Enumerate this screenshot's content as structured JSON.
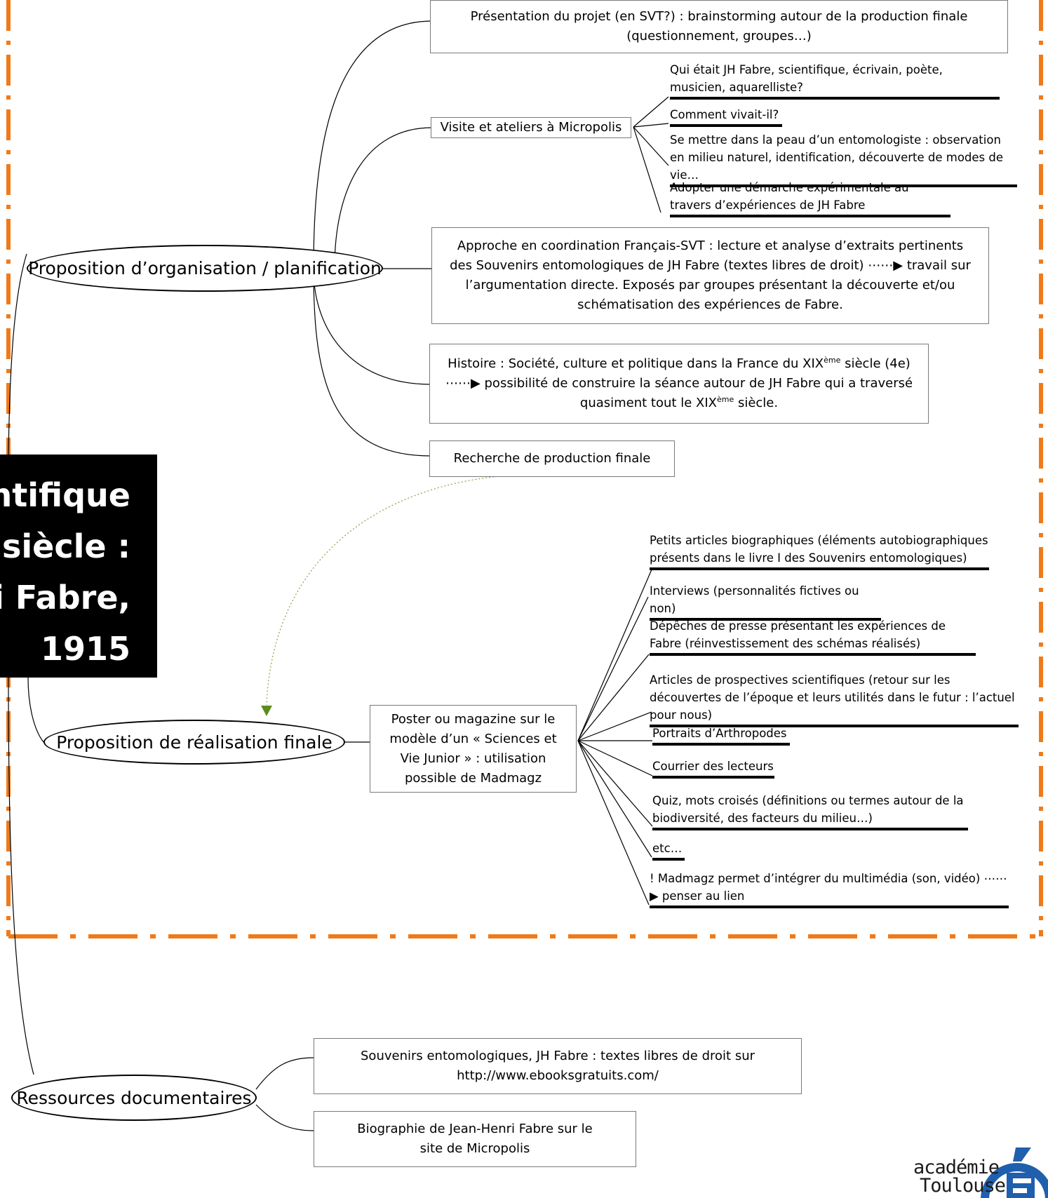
{
  "title": {
    "lines": [
      "ntifique",
      "ᵉ siècle :",
      "ri Fabre,",
      "1915"
    ]
  },
  "branches": {
    "organisation": "Proposition d’organisation / planification",
    "realisation": "Proposition de réalisation finale",
    "ressources": "Ressources documentaires"
  },
  "organisation": {
    "presentation": "Présentation du projet (en SVT?) : brainstorming autour de la production finale (questionnement, groupes…)",
    "visite": "Visite et ateliers à Micropolis",
    "visite_items": [
      "Qui était JH Fabre, scientifique, écrivain, poète, musicien, aquarelliste?",
      "Comment vivait-il?",
      "Se mettre dans la peau d’un entomologiste : observation en milieu naturel, identification, découverte de modes de vie…",
      "Adopter une démarche expérimentale au travers d’expériences de JH Fabre"
    ],
    "approche": "Approche en coordination Français-SVT : lecture et analyse d’extraits pertinents des Souvenirs entomologiques de JH Fabre (textes libres de droit) ⋯⋯▶ travail sur l’argumentation directe. Exposés par groupes présentant la découverte et/ou schématisation des expériences de Fabre.",
    "histoire_a": "Histoire : Société, culture et politique dans la France du XIX",
    "histoire_sup1": "ème",
    "histoire_b": " siècle (4e) ⋯⋯▶ possibilité de construire la séance autour de JH Fabre qui a traversé quasiment tout le XIX",
    "histoire_sup2": "ème",
    "histoire_c": " siècle.",
    "recherche": "Recherche de production finale"
  },
  "realisation": {
    "poster": "Poster ou magazine sur le modèle d’un « Sciences et Vie Junior » : utilisation possible de Madmagz",
    "items": [
      "Petits articles biographiques (éléments autobiographiques présents dans le livre I des Souvenirs entomologiques)",
      "Interviews (personnalités fictives ou non)",
      "Dépêches de presse présentant les expériences de Fabre (réinvestissement des schémas réalisés)",
      "Articles de prospectives scientifiques (retour sur les découvertes de l’époque et leurs utilités dans le futur : l’actuel pour nous)",
      "Portraits d’Arthropodes",
      "Courrier des lecteurs",
      "Quiz, mots croisés (définitions ou termes autour de la biodiversité, des facteurs du milieu…)",
      "etc…",
      "! Madmagz permet d’intégrer du multimédia (son, vidéo) ⋯⋯▶ penser au lien"
    ]
  },
  "ressources": {
    "souvenirs": "Souvenirs entomologiques, JH Fabre : textes libres de droit sur http://www.ebooksgratuits.com/",
    "biographie": "Biographie de Jean-Henri Fabre sur le site de Micropolis"
  },
  "logo": {
    "line1": "académie",
    "line2": "Toulouse"
  },
  "colors": {
    "frame": "#f07a1a",
    "arrow": "#5b8c1e",
    "logo_blue": "#1f5fae"
  }
}
